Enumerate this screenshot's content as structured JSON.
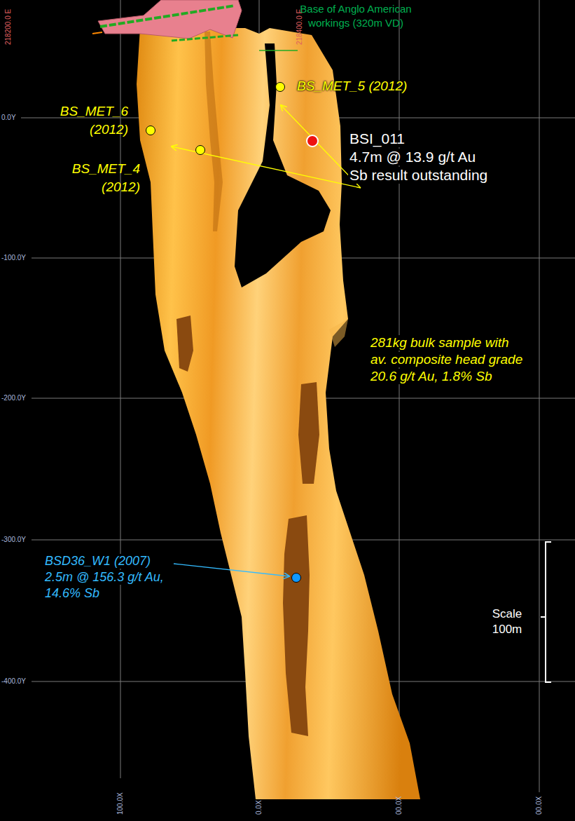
{
  "diagram": {
    "labels": [
      "218200.0 E",
      "218400.0 E",
      "Base of Anglo American",
      "workings (320m VD)",
      "BS_MET_5 (2012)",
      "0.0Y",
      "BS_MET_6",
      "(2012)",
      "BSI_011",
      "4.7m @ 13.9 g/t Au",
      "Sb result outstanding",
      "BS_MET_4",
      "(2012)",
      "-100.0Y",
      "281kg bulk sample with",
      "av. composite head grade",
      "20.6 g/t Au, 1.8% Sb",
      "-200.0Y",
      "-300.0Y",
      "BSD36_W1 (2007)",
      "2.5m @ 156.3 g/t Au,",
      "14.6% Sb",
      "Scale",
      "100m",
      "-400.0Y",
      "100.0X",
      "0.0X",
      "00.0X",
      "00.0X"
    ]
  }
}
